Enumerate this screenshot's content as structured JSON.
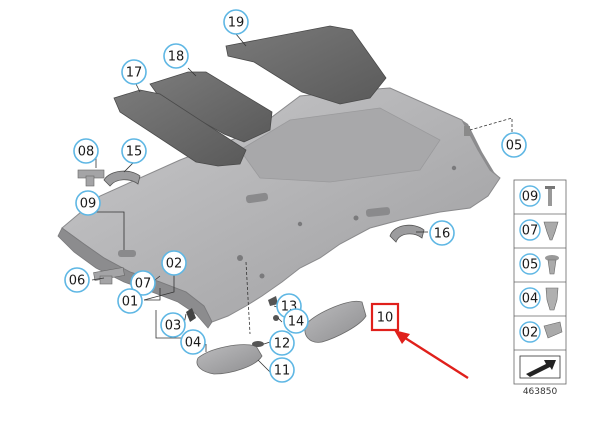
{
  "callouts": {
    "c19": "19",
    "c18": "18",
    "c17": "17",
    "c15": "15",
    "c08": "08",
    "c09": "09",
    "c05": "05",
    "c16": "16",
    "c06": "06",
    "c02": "02",
    "c07": "07",
    "c01": "01",
    "c13": "13",
    "c14": "14",
    "c03": "03",
    "c04": "04",
    "c12": "12",
    "c11": "11"
  },
  "highlighted_callout": "10",
  "legend": {
    "items": [
      "09",
      "07",
      "05",
      "04",
      "02"
    ]
  },
  "diagram_number": "463850",
  "colors": {
    "callout_stroke": "#5fb7e4",
    "highlight_stroke": "#e0201b",
    "arrow": "#e0201b",
    "panel_dark": "#6d6d6d",
    "headliner": "#b9b9bb"
  }
}
